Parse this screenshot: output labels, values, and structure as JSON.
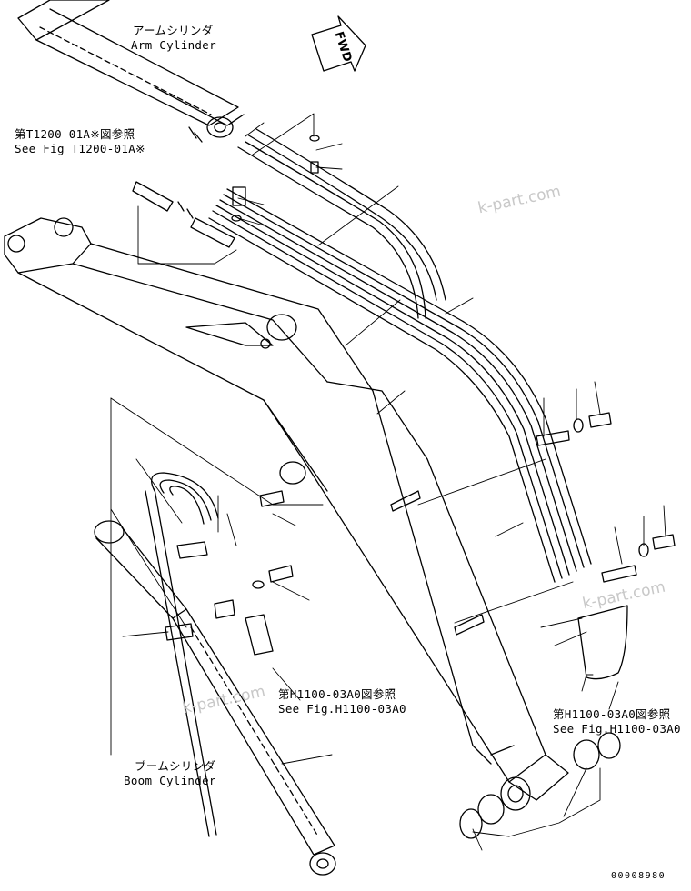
{
  "labels": {
    "arm_cylinder_jp": "アームシリンダ",
    "arm_cylinder_en": "Arm Cylinder",
    "ref_t1200_jp": "第T1200-01A※図参照",
    "ref_t1200_en": "See Fig T1200-01A※",
    "ref_h1100_left_jp": "第H1100-03A0図参照",
    "ref_h1100_left_en": "See Fig.H1100-03A0",
    "ref_h1100_right_jp": "第H1100-03A0図参照",
    "ref_h1100_right_en": "See Fig.H1100-03A0",
    "boom_cylinder_jp": "ブームシリンダ",
    "boom_cylinder_en": "Boom Cylinder",
    "fwd": "FWD",
    "drawing_code": "00008980"
  },
  "watermarks": [
    "k-part.com",
    "k-part.com",
    "k-part.com"
  ],
  "colors": {
    "line": "#000000",
    "watermark": "#c8c8c8",
    "background": "#ffffff"
  }
}
